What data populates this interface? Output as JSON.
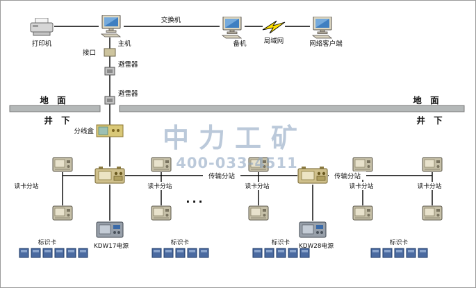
{
  "watermark": {
    "title": "中力工矿",
    "phone": "400-033-4511"
  },
  "surface": {
    "printer_label": "打印机",
    "host_label": "主机",
    "switch_label": "交换机",
    "backup_label": "备机",
    "lan_label": "局域网",
    "client_label": "网络客户端",
    "interface_label": "接口",
    "arrester_top_label": "避雷器",
    "arrester_bottom_label": "避雷器"
  },
  "boundary": {
    "ground_left": "地 面",
    "ground_right": "地 面",
    "underground_left": "井 下",
    "underground_right": "井 下"
  },
  "underground": {
    "junction_label": "分线盒",
    "transmission_left_label": "传输分站",
    "transmission_right_label": "传输分站",
    "reader_labels": [
      "读卡分站",
      "读卡分站",
      "读卡分站",
      "读卡分站",
      "读卡分站"
    ],
    "ellipsis": "...",
    "power_left_label": "KDW17电源",
    "power_right_label": "KDW28电源",
    "tag_labels": [
      "标识卡",
      "标识卡",
      "标识卡",
      "标识卡"
    ],
    "tag_group_counts": [
      6,
      5,
      5,
      5
    ]
  },
  "colors": {
    "cable": "#000000",
    "ground_band": "#b4b8b8",
    "watermark": "#8fa6c2",
    "tag_fill": "#4a6aa0",
    "device_tan": "#cfc08c",
    "screen_blue": "#3f7fc1"
  }
}
